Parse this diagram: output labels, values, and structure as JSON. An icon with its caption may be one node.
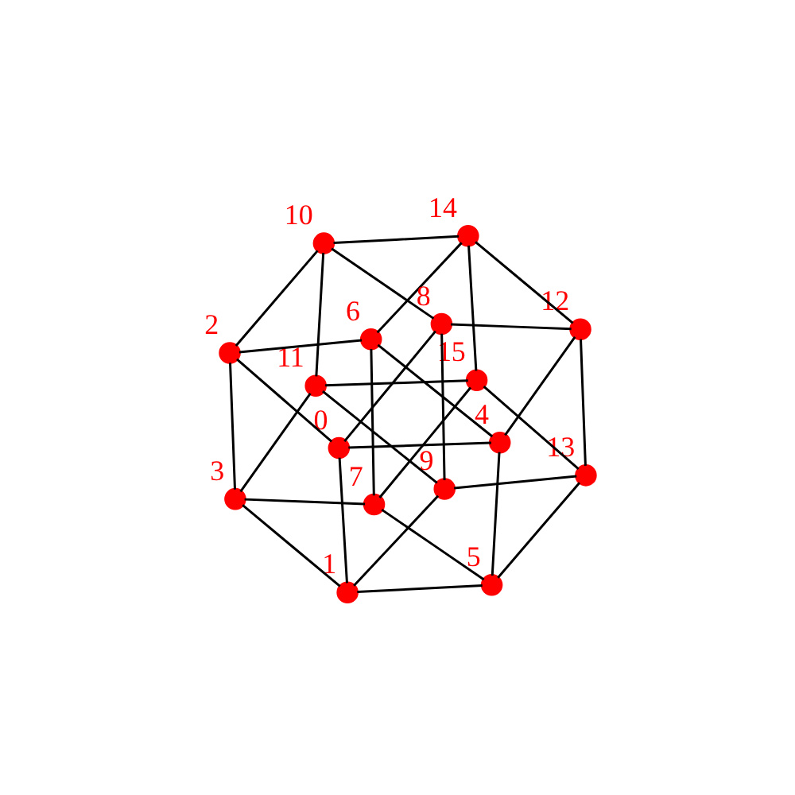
{
  "diagram": {
    "nodes": [
      {
        "text": [
          "7"
        ]
      },
      {
        "text": [
          "15"
        ]
      },
      {
        "text": [
          "3"
        ]
      },
      {
        "text": [
          "11"
        ]
      },
      {
        "text": [
          "6"
        ]
      },
      {
        "text": [
          "14"
        ]
      },
      {
        "text": [
          "5"
        ]
      },
      {
        "text": [
          "13"
        ]
      },
      {
        "text": [
          "2"
        ]
      },
      {
        "text": [
          "10"
        ]
      },
      {
        "text": [
          "1"
        ]
      },
      {
        "text": [
          "9"
        ]
      },
      {
        "text": [
          "4"
        ]
      },
      {
        "text": [
          "12"
        ]
      },
      {
        "text": [
          "0"
        ]
      },
      {
        "text": [
          "8"
        ]
      }
    ],
    "edges": [
      {
        "from": 0,
        "to": 1,
        "arrow": "none"
      },
      {
        "from": 0,
        "to": 2,
        "arrow": "none"
      },
      {
        "from": 0,
        "to": 4,
        "arrow": "none"
      },
      {
        "from": 0,
        "to": 6,
        "arrow": "none"
      },
      {
        "from": 1,
        "to": 3,
        "arrow": "none"
      },
      {
        "from": 1,
        "to": 5,
        "arrow": "none"
      },
      {
        "from": 1,
        "to": 7,
        "arrow": "none"
      },
      {
        "from": 2,
        "to": 3,
        "arrow": "none"
      },
      {
        "from": 2,
        "to": 8,
        "arrow": "none"
      },
      {
        "from": 2,
        "to": 10,
        "arrow": "none"
      },
      {
        "from": 3,
        "to": 9,
        "arrow": "none"
      },
      {
        "from": 3,
        "to": 11,
        "arrow": "none"
      },
      {
        "from": 4,
        "to": 5,
        "arrow": "none"
      },
      {
        "from": 4,
        "to": 8,
        "arrow": "none"
      },
      {
        "from": 4,
        "to": 12,
        "arrow": "none"
      },
      {
        "from": 5,
        "to": 9,
        "arrow": "none"
      },
      {
        "from": 5,
        "to": 13,
        "arrow": "none"
      },
      {
        "from": 6,
        "to": 7,
        "arrow": "none"
      },
      {
        "from": 6,
        "to": 10,
        "arrow": "none"
      },
      {
        "from": 6,
        "to": 12,
        "arrow": "none"
      },
      {
        "from": 7,
        "to": 11,
        "arrow": "none"
      },
      {
        "from": 7,
        "to": 13,
        "arrow": "none"
      },
      {
        "from": 8,
        "to": 9,
        "arrow": "none"
      },
      {
        "from": 8,
        "to": 14,
        "arrow": "none"
      },
      {
        "from": 9,
        "to": 15,
        "arrow": "none"
      },
      {
        "from": 10,
        "to": 11,
        "arrow": "none"
      },
      {
        "from": 10,
        "to": 14,
        "arrow": "none"
      },
      {
        "from": 11,
        "to": 15,
        "arrow": "none"
      },
      {
        "from": 12,
        "to": 13,
        "arrow": "none"
      },
      {
        "from": 12,
        "to": 14,
        "arrow": "none"
      },
      {
        "from": 13,
        "to": 15,
        "arrow": "none"
      },
      {
        "from": 14,
        "to": 15,
        "arrow": "none"
      }
    ]
  }
}
